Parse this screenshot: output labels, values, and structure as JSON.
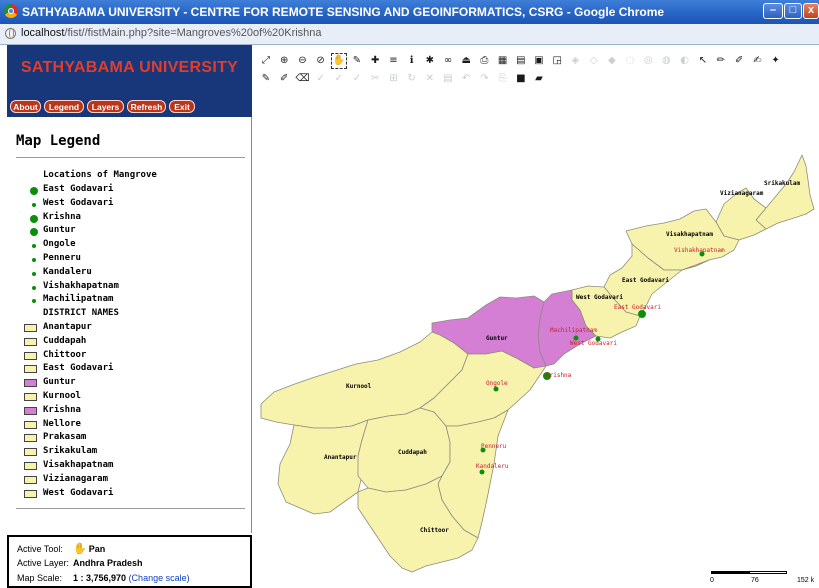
{
  "window": {
    "title": "SATHYABAMA UNIVERSITY - CENTRE FOR REMOTE SENSING AND GEOINFORMATICS, CSRG - Google Chrome",
    "buttons": {
      "minimize": "–",
      "maximize": "□",
      "close": "x"
    }
  },
  "address": {
    "host": "localhost",
    "path": "/fist//fistMain.php?site=Mangroves%20of%20Krishna"
  },
  "header": {
    "title": "SATHYABAMA UNIVERSITY"
  },
  "nav": {
    "about": "About",
    "legend": "Legend",
    "layers": "Layers",
    "refresh": "Refresh",
    "exit": "Exit"
  },
  "legend": {
    "title": "Map Legend",
    "mangrove_heading": "Locations of Mangrove",
    "mangroves": [
      {
        "label": "East Godavari",
        "size": "big"
      },
      {
        "label": "West Godavari",
        "size": "small"
      },
      {
        "label": "Krishna",
        "size": "big"
      },
      {
        "label": "Guntur",
        "size": "big"
      },
      {
        "label": "Ongole",
        "size": "small"
      },
      {
        "label": "Penneru",
        "size": "small"
      },
      {
        "label": "Kandaleru",
        "size": "small"
      },
      {
        "label": "Vishakhapatnam",
        "size": "small"
      },
      {
        "label": "Machilipatnam",
        "size": "small"
      }
    ],
    "district_heading": "DISTRICT NAMES",
    "districts": [
      {
        "label": "Anantapur",
        "color": "#f7f3ad"
      },
      {
        "label": "Cuddapah",
        "color": "#f7f3ad"
      },
      {
        "label": "Chittoor",
        "color": "#f7f3ad"
      },
      {
        "label": "East Godavari",
        "color": "#f7f3ad"
      },
      {
        "label": "Guntur",
        "color": "#d47fd4"
      },
      {
        "label": "Kurnool",
        "color": "#f7f3ad"
      },
      {
        "label": "Krishna",
        "color": "#d47fd4"
      },
      {
        "label": "Nellore",
        "color": "#f7f3ad"
      },
      {
        "label": "Prakasam",
        "color": "#f7f3ad"
      },
      {
        "label": "Srikakulam",
        "color": "#f7f3ad"
      },
      {
        "label": "Visakhapatnam",
        "color": "#f7f3ad"
      },
      {
        "label": "Vizianagaram",
        "color": "#f7f3ad"
      },
      {
        "label": "West Godavari",
        "color": "#f7f3ad"
      }
    ]
  },
  "status": {
    "active_tool_label": "Active Tool:",
    "active_tool_value": "Pan",
    "active_layer_label": "Active Layer:",
    "active_layer_value": "Andhra Pradesh",
    "map_scale_label": "Map Scale:",
    "map_scale_value": "1 : 3,756,970",
    "change_scale_link": "(Change scale)"
  },
  "toolbar": {
    "row1": [
      {
        "icon": "full-extent-icon",
        "glyph": "⤢",
        "enabled": true
      },
      {
        "icon": "zoom-in-icon",
        "glyph": "⊕",
        "enabled": true
      },
      {
        "icon": "zoom-out-icon",
        "glyph": "⊖",
        "enabled": true
      },
      {
        "icon": "zoom-previous-icon",
        "glyph": "⊘",
        "enabled": true
      },
      {
        "icon": "pan-hand-icon",
        "glyph": "✋",
        "enabled": true,
        "selected": true
      },
      {
        "icon": "layer-edit-icon",
        "glyph": "✎",
        "enabled": true
      },
      {
        "icon": "layer-add-icon",
        "glyph": "✚",
        "enabled": true
      },
      {
        "icon": "layer-stack-icon",
        "glyph": "≡",
        "enabled": true
      },
      {
        "icon": "info-icon",
        "glyph": "ℹ",
        "enabled": true
      },
      {
        "icon": "identify-icon",
        "glyph": "✱",
        "enabled": true
      },
      {
        "icon": "binoculars-icon",
        "glyph": "∞",
        "enabled": true
      },
      {
        "icon": "measure-icon",
        "glyph": "⏏",
        "enabled": true
      },
      {
        "icon": "print-icon",
        "glyph": "⎙",
        "enabled": true
      },
      {
        "icon": "table-icon",
        "glyph": "▦",
        "enabled": true
      },
      {
        "icon": "export-icon",
        "glyph": "▤",
        "enabled": true
      },
      {
        "icon": "select-box-icon",
        "glyph": "▣",
        "enabled": true
      },
      {
        "icon": "select-query-icon",
        "glyph": "◲",
        "enabled": true
      },
      {
        "icon": "select-point-icon",
        "glyph": "◈",
        "enabled": false
      },
      {
        "icon": "select-line-icon",
        "glyph": "◇",
        "enabled": false
      },
      {
        "icon": "select-poly-icon",
        "glyph": "◆",
        "enabled": false
      },
      {
        "icon": "select-circle-icon",
        "glyph": "◌",
        "enabled": false
      },
      {
        "icon": "select-clear-icon",
        "glyph": "◎",
        "enabled": false
      },
      {
        "icon": "select-buffer-icon",
        "glyph": "◍",
        "enabled": false
      },
      {
        "icon": "select-all-icon",
        "glyph": "◐",
        "enabled": false
      },
      {
        "icon": "pointer-icon",
        "glyph": "↖",
        "enabled": true
      },
      {
        "icon": "pencil-icon",
        "glyph": "✏",
        "enabled": true
      },
      {
        "icon": "brush-icon",
        "glyph": "✐",
        "enabled": true
      },
      {
        "icon": "digitize-icon",
        "glyph": "✍",
        "enabled": true
      },
      {
        "icon": "snap-icon",
        "glyph": "✦",
        "enabled": true
      }
    ],
    "row2": [
      {
        "icon": "edit-vertex-icon",
        "glyph": "✎",
        "enabled": true
      },
      {
        "icon": "edit-move-icon",
        "glyph": "✐",
        "enabled": true
      },
      {
        "icon": "eraser-icon",
        "glyph": "⌫",
        "enabled": true
      },
      {
        "icon": "add-point-icon",
        "glyph": "✓",
        "enabled": false
      },
      {
        "icon": "add-line-icon",
        "glyph": "✓",
        "enabled": false
      },
      {
        "icon": "add-poly-icon",
        "glyph": "✓",
        "enabled": false
      },
      {
        "icon": "split-icon",
        "glyph": "✂",
        "enabled": false
      },
      {
        "icon": "merge-icon",
        "glyph": "⊞",
        "enabled": false
      },
      {
        "icon": "rotate-icon",
        "glyph": "↻",
        "enabled": false
      },
      {
        "icon": "delete-feature-icon",
        "glyph": "✕",
        "enabled": false
      },
      {
        "icon": "attribute-icon",
        "glyph": "▤",
        "enabled": false
      },
      {
        "icon": "undo-icon",
        "glyph": "↶",
        "enabled": false
      },
      {
        "icon": "redo-icon",
        "glyph": "↷",
        "enabled": false
      },
      {
        "icon": "copy-icon",
        "glyph": "⎘",
        "enabled": false
      },
      {
        "icon": "save-icon",
        "glyph": "■",
        "enabled": true
      },
      {
        "icon": "open-folder-icon",
        "glyph": "▰",
        "enabled": true
      }
    ]
  },
  "map": {
    "colors": {
      "district_fill": "#f7f3ad",
      "highlight_fill": "#d47fd4",
      "border": "#8c8c7d",
      "mangrove": "#0a8f0a",
      "label": "#000000",
      "mangrove_label": "#c81e2a"
    },
    "district_labels": [
      "Srikakulam",
      "Vizianagaram",
      "Visakhapatnam",
      "East Godavari",
      "West Godavari",
      "Guntur",
      "Kurnool",
      "Anantapur",
      "Cuddapah",
      "Chittoor"
    ],
    "mangrove_labels": [
      "Vishakhapatnam",
      "East Godavari",
      "Machilipatnam",
      "West Godavari",
      "Krishna",
      "Ongole",
      "Penneru",
      "Kandaleru"
    ],
    "scale": {
      "ticks": [
        "0",
        "76",
        "152 k"
      ]
    }
  }
}
